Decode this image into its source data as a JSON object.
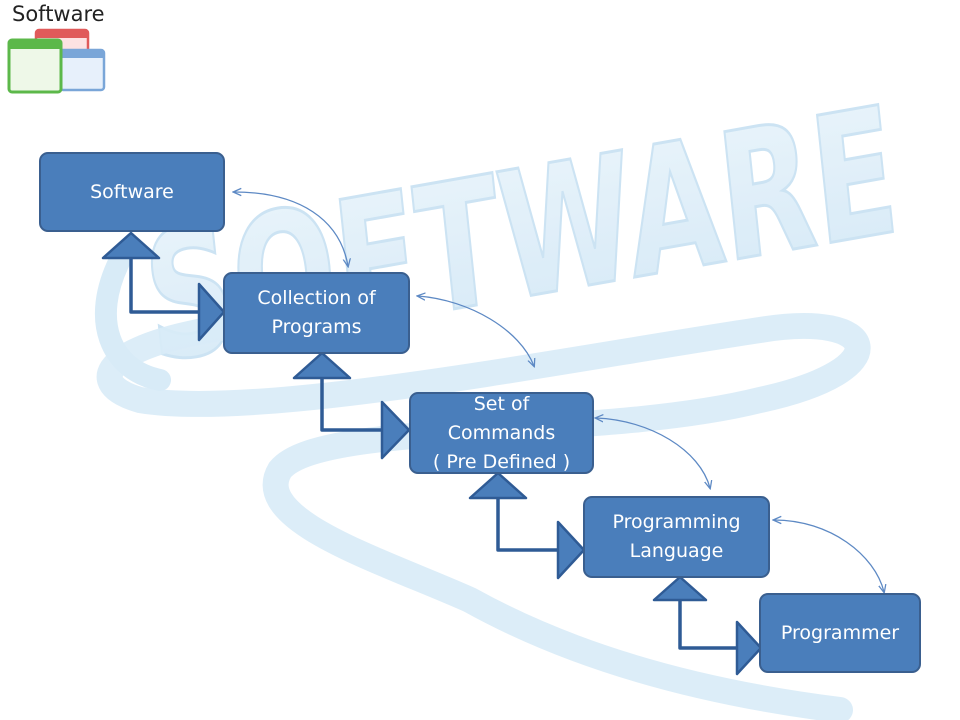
{
  "logo": {
    "text": "Software",
    "icon": "application-windows-icon"
  },
  "watermark": {
    "text": "SOFTWARE"
  },
  "colors": {
    "box_fill": "#4a7ebb",
    "box_border": "#3a5f8f",
    "connector": "#2f5b95",
    "arrow": "#5d89c4"
  },
  "nodes": [
    {
      "label": "Software"
    },
    {
      "label_lines": [
        "Collection of",
        "Programs"
      ]
    },
    {
      "label_lines": [
        "Set of",
        "Commands",
        "( Pre Defined )"
      ]
    },
    {
      "label_lines": [
        "Programming",
        "Language"
      ]
    },
    {
      "label": "Programmer"
    }
  ]
}
